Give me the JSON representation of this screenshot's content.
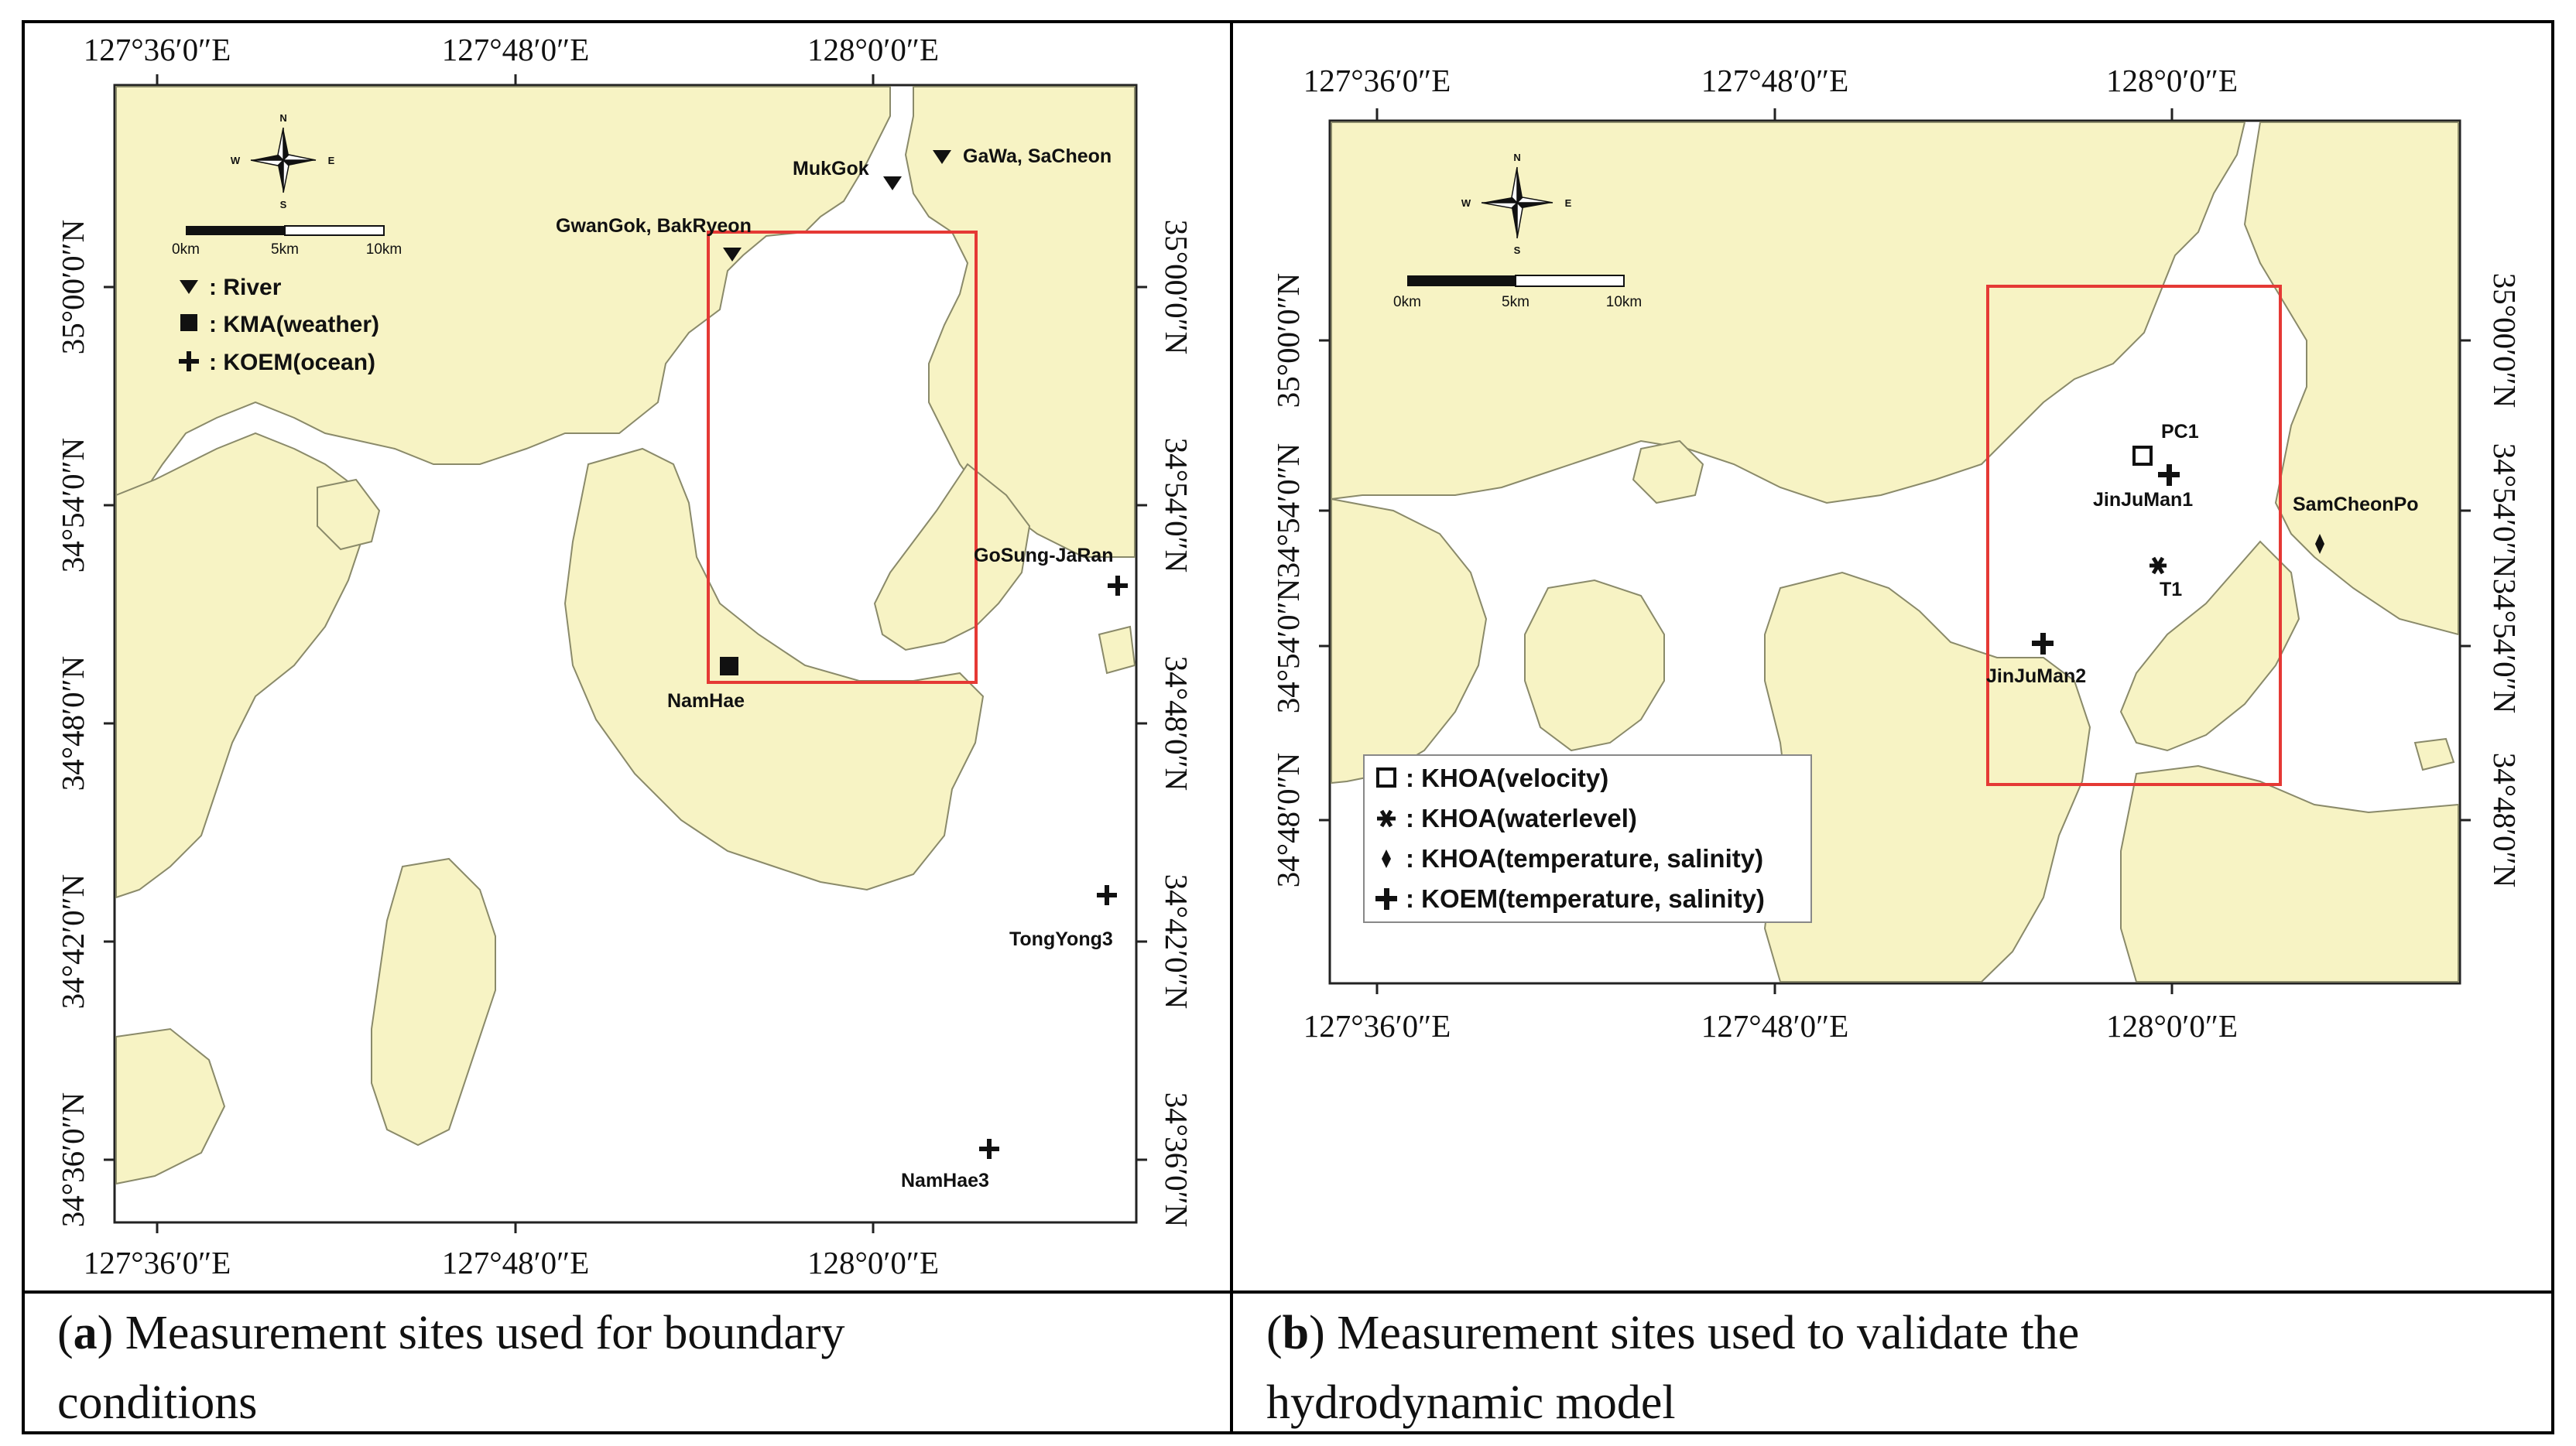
{
  "panel_a": {
    "top_ticks": [
      "127°36′0″E",
      "127°48′0″E",
      "128°0′0″E"
    ],
    "bottom_ticks": [
      "127°36′0″E",
      "127°48′0″E",
      "128°0′0″E"
    ],
    "left_ticks": [
      "35°00′0″N",
      "34°54′0″N",
      "34°48′0″N",
      "34°42′0″N",
      "34°36′0″N"
    ],
    "right_ticks": [
      "35°00′0″N",
      "34°54′0″N",
      "34°48′0″N",
      "34°42′0″N",
      "34°36′0″N"
    ],
    "compass": {
      "n": "N",
      "s": "S",
      "e": "E",
      "w": "W"
    },
    "scale": {
      "l0": "0km",
      "l1": "5km",
      "l2": "10km"
    },
    "legend": {
      "river": ": River",
      "kma": ": KMA(weather)",
      "koem": ": KOEM(ocean)"
    },
    "sites": {
      "gawa": "GaWa, SaCheon",
      "mukgok": "MukGok",
      "gwangok": "GwanGok, BakRyeon",
      "gosung": "GoSung-JaRan",
      "namhae": "NamHae",
      "tongyong": "TongYong3",
      "namhae3": "NamHae3"
    }
  },
  "panel_b": {
    "top_ticks": [
      "127°36′0″E",
      "127°48′0″E",
      "128°0′0″E"
    ],
    "bottom_ticks": [
      "127°36′0″E",
      "127°48′0″E",
      "128°0′0″E"
    ],
    "left_ticks": [
      "35°00′0″N",
      "34°54′0″N",
      "34°54′0″N",
      "34°48′0″N"
    ],
    "right_ticks": [
      "35°00′0″N",
      "34°54′0″N",
      "34°54′0″N",
      "34°48′0″N"
    ],
    "compass": {
      "n": "N",
      "s": "S",
      "e": "E",
      "w": "W"
    },
    "scale": {
      "l0": "0km",
      "l1": "5km",
      "l2": "10km"
    },
    "legend": {
      "velocity": ": KHOA(velocity)",
      "waterlevel": ": KHOA(waterlevel)",
      "ts": ": KHOA(temperature, salinity)",
      "koem": ": KOEM(temperature, salinity)"
    },
    "sites": {
      "pc1": "PC1",
      "jinjuman1": "JinJuMan1",
      "samcheonpo": "SamCheonPo",
      "t1": "T1",
      "jinjuman2": "JinJuMan2"
    }
  },
  "captions": {
    "a_letter": "a",
    "a_text_line1": ") Measurement sites used for boundary",
    "a_text_line2": "conditions",
    "b_letter": "b",
    "b_text_line1": ") Measurement sites used to validate the",
    "b_text_line2": "hydrodynamic model"
  },
  "colors": {
    "land": "#f7f3c4",
    "sea": "#ffffff",
    "box": "#e53935",
    "coast": "#8a8a6a"
  }
}
